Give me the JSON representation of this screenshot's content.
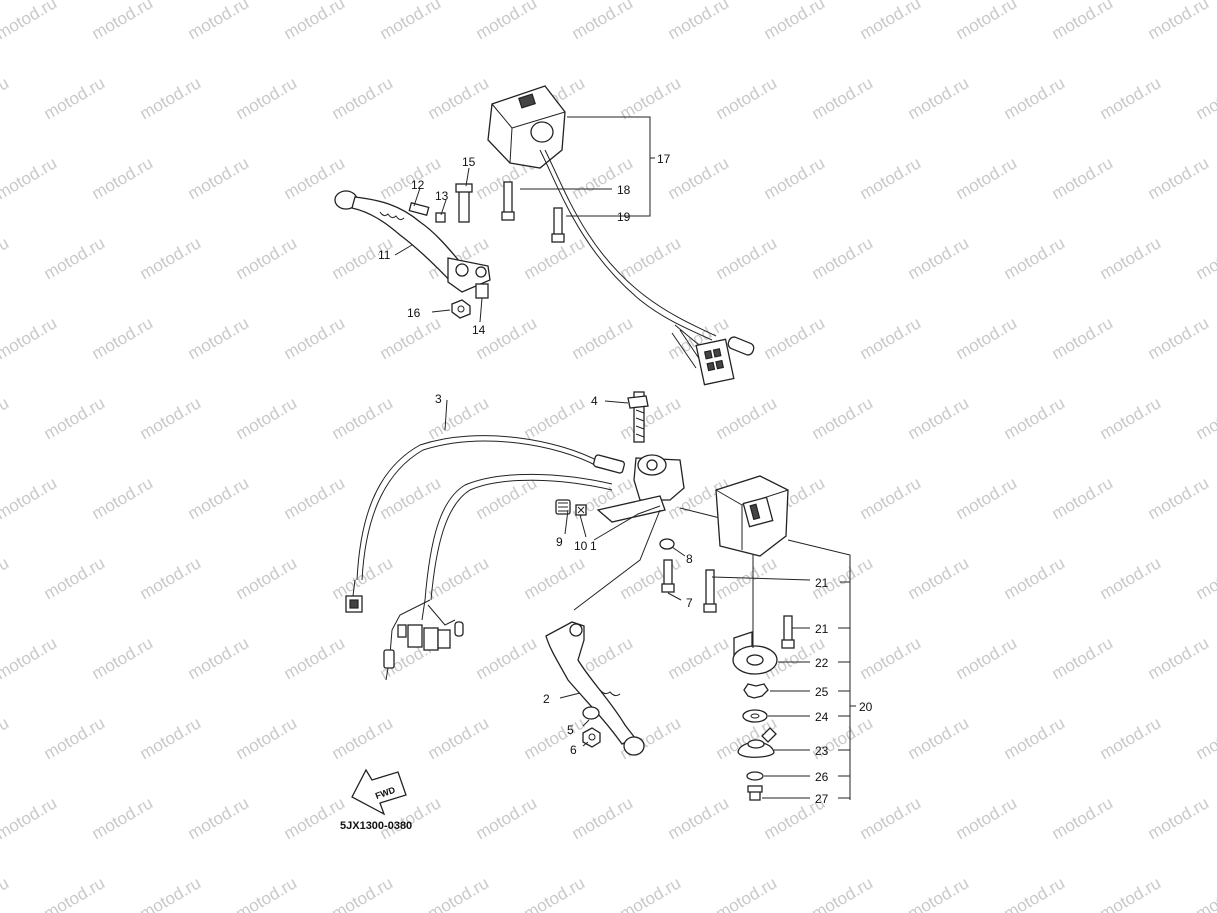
{
  "watermark": "motod.ru",
  "diagram_code": "5JX1300-0380",
  "fwd_label": "FWD",
  "callouts": {
    "c1": "1",
    "c2": "2",
    "c3": "3",
    "c4": "4",
    "c5": "5",
    "c6": "6",
    "c7": "7",
    "c8": "8",
    "c9": "9",
    "c10": "10",
    "c11": "11",
    "c12": "12",
    "c13": "13",
    "c14": "14",
    "c15": "15",
    "c16": "16",
    "c17": "17",
    "c18": "18",
    "c19": "19",
    "c20": "20",
    "c21a": "21",
    "c21b": "21",
    "c22": "22",
    "c23": "23",
    "c24": "24",
    "c25": "25",
    "c26": "26",
    "c27": "27"
  }
}
